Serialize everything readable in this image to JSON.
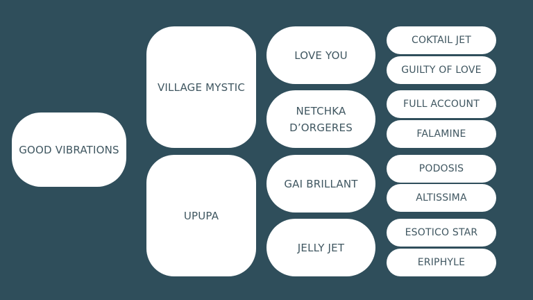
{
  "colors": {
    "background": "#2f4e5b",
    "box": "#ffffff",
    "text": "#3f5660"
  },
  "subject": "GOOD VIBRATIONS",
  "parents": [
    "VILLAGE MYSTIC",
    "UPUPA"
  ],
  "grandparents": [
    "LOVE YOU",
    "NETCHKA D’ORGERES",
    "GAI BRILLANT",
    "JELLY JET"
  ],
  "great_grandparents": [
    "COKTAIL JET",
    "GUILTY OF LOVE",
    "FULL ACCOUNT",
    "FALAMINE",
    "PODOSIS",
    "ALTISSIMA",
    "ESOTICO STAR",
    "ERIPHYLE"
  ]
}
